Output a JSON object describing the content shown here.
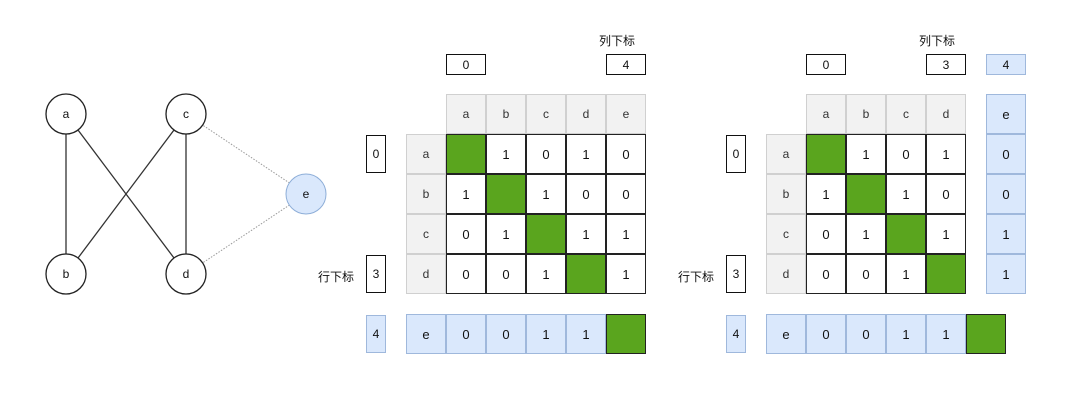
{
  "graph": {
    "nodes": [
      {
        "id": "a",
        "label": "a",
        "highlight": false
      },
      {
        "id": "b",
        "label": "b",
        "highlight": false
      },
      {
        "id": "c",
        "label": "c",
        "highlight": false
      },
      {
        "id": "d",
        "label": "d",
        "highlight": false
      },
      {
        "id": "e",
        "label": "e",
        "highlight": true
      }
    ],
    "edges": [
      {
        "from": "a",
        "to": "b",
        "style": "solid"
      },
      {
        "from": "a",
        "to": "d",
        "style": "solid"
      },
      {
        "from": "c",
        "to": "b",
        "style": "solid"
      },
      {
        "from": "c",
        "to": "d",
        "style": "solid"
      },
      {
        "from": "c",
        "to": "e",
        "style": "dotted"
      },
      {
        "from": "d",
        "to": "e",
        "style": "dotted"
      }
    ]
  },
  "colors": {
    "diagonal": "#5aa51e",
    "highlight_fill": "#dae8fc",
    "header_fill": "#f2f2f2"
  },
  "matrix_left": {
    "col_label": "列下标",
    "row_label": "行下标",
    "col_index_first": "0",
    "col_index_last": "4",
    "row_index_first": "0",
    "row_index_last": "3",
    "new_row_index": "4",
    "headers": [
      "a",
      "b",
      "c",
      "d",
      "e"
    ],
    "rows": [
      {
        "label": "a",
        "values": [
          "",
          "1",
          "0",
          "1",
          "0"
        ]
      },
      {
        "label": "b",
        "values": [
          "1",
          "",
          "1",
          "0",
          "0"
        ]
      },
      {
        "label": "c",
        "values": [
          "0",
          "1",
          "",
          "1",
          "1"
        ]
      },
      {
        "label": "d",
        "values": [
          "0",
          "0",
          "1",
          "",
          "1"
        ]
      }
    ],
    "new_row": {
      "label": "e",
      "values": [
        "0",
        "0",
        "1",
        "1",
        ""
      ]
    }
  },
  "matrix_right": {
    "col_label": "列下标",
    "row_label": "行下标",
    "col_index_first": "0",
    "col_index_last": "3",
    "new_col_index": "4",
    "row_index_first": "0",
    "row_index_last": "3",
    "new_row_index": "4",
    "headers": [
      "a",
      "b",
      "c",
      "d"
    ],
    "new_col_header": "e",
    "rows": [
      {
        "label": "a",
        "values": [
          "",
          "1",
          "0",
          "1"
        ]
      },
      {
        "label": "b",
        "values": [
          "1",
          "",
          "1",
          "0"
        ]
      },
      {
        "label": "c",
        "values": [
          "0",
          "1",
          "",
          "1"
        ]
      },
      {
        "label": "d",
        "values": [
          "0",
          "0",
          "1",
          ""
        ]
      }
    ],
    "new_col_values": [
      "0",
      "0",
      "1",
      "1"
    ],
    "new_row": {
      "label": "e",
      "values": [
        "0",
        "0",
        "1",
        "1",
        ""
      ]
    }
  }
}
